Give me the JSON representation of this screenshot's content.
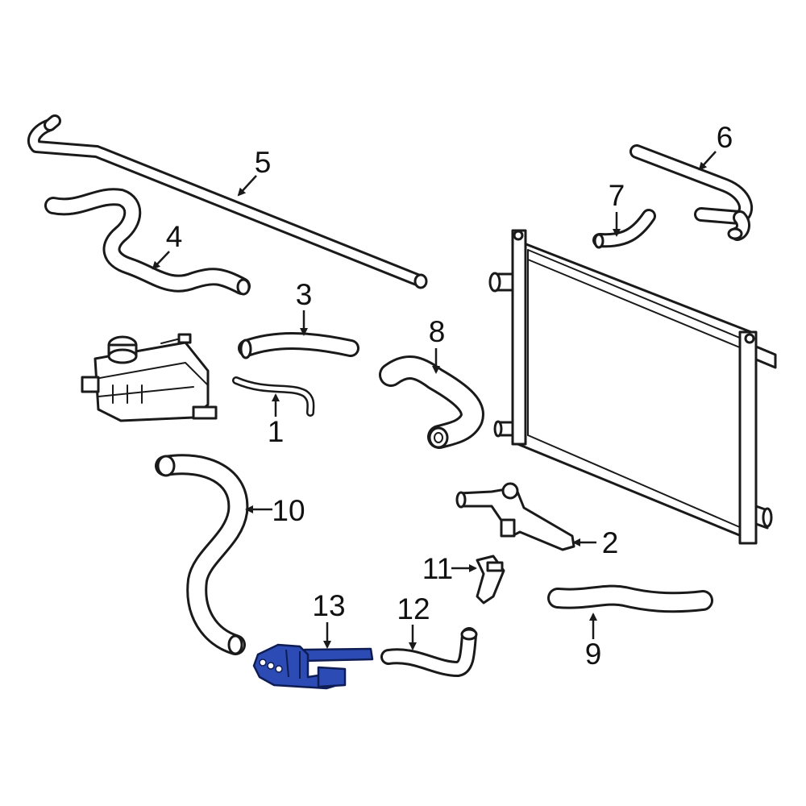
{
  "callouts": [
    {
      "id": "1",
      "label": "1"
    },
    {
      "id": "2",
      "label": "2"
    },
    {
      "id": "3",
      "label": "3"
    },
    {
      "id": "4",
      "label": "4"
    },
    {
      "id": "5",
      "label": "5"
    },
    {
      "id": "6",
      "label": "6"
    },
    {
      "id": "7",
      "label": "7"
    },
    {
      "id": "8",
      "label": "8"
    },
    {
      "id": "9",
      "label": "9"
    },
    {
      "id": "10",
      "label": "10"
    },
    {
      "id": "11",
      "label": "11"
    },
    {
      "id": "12",
      "label": "12"
    },
    {
      "id": "13",
      "label": "13"
    }
  ],
  "highlight_part": "13",
  "colors": {
    "line": "#1a1a1a",
    "highlight_fill": "#2c4bb4",
    "highlight_outline": "#0f1d55",
    "background": "#ffffff"
  }
}
